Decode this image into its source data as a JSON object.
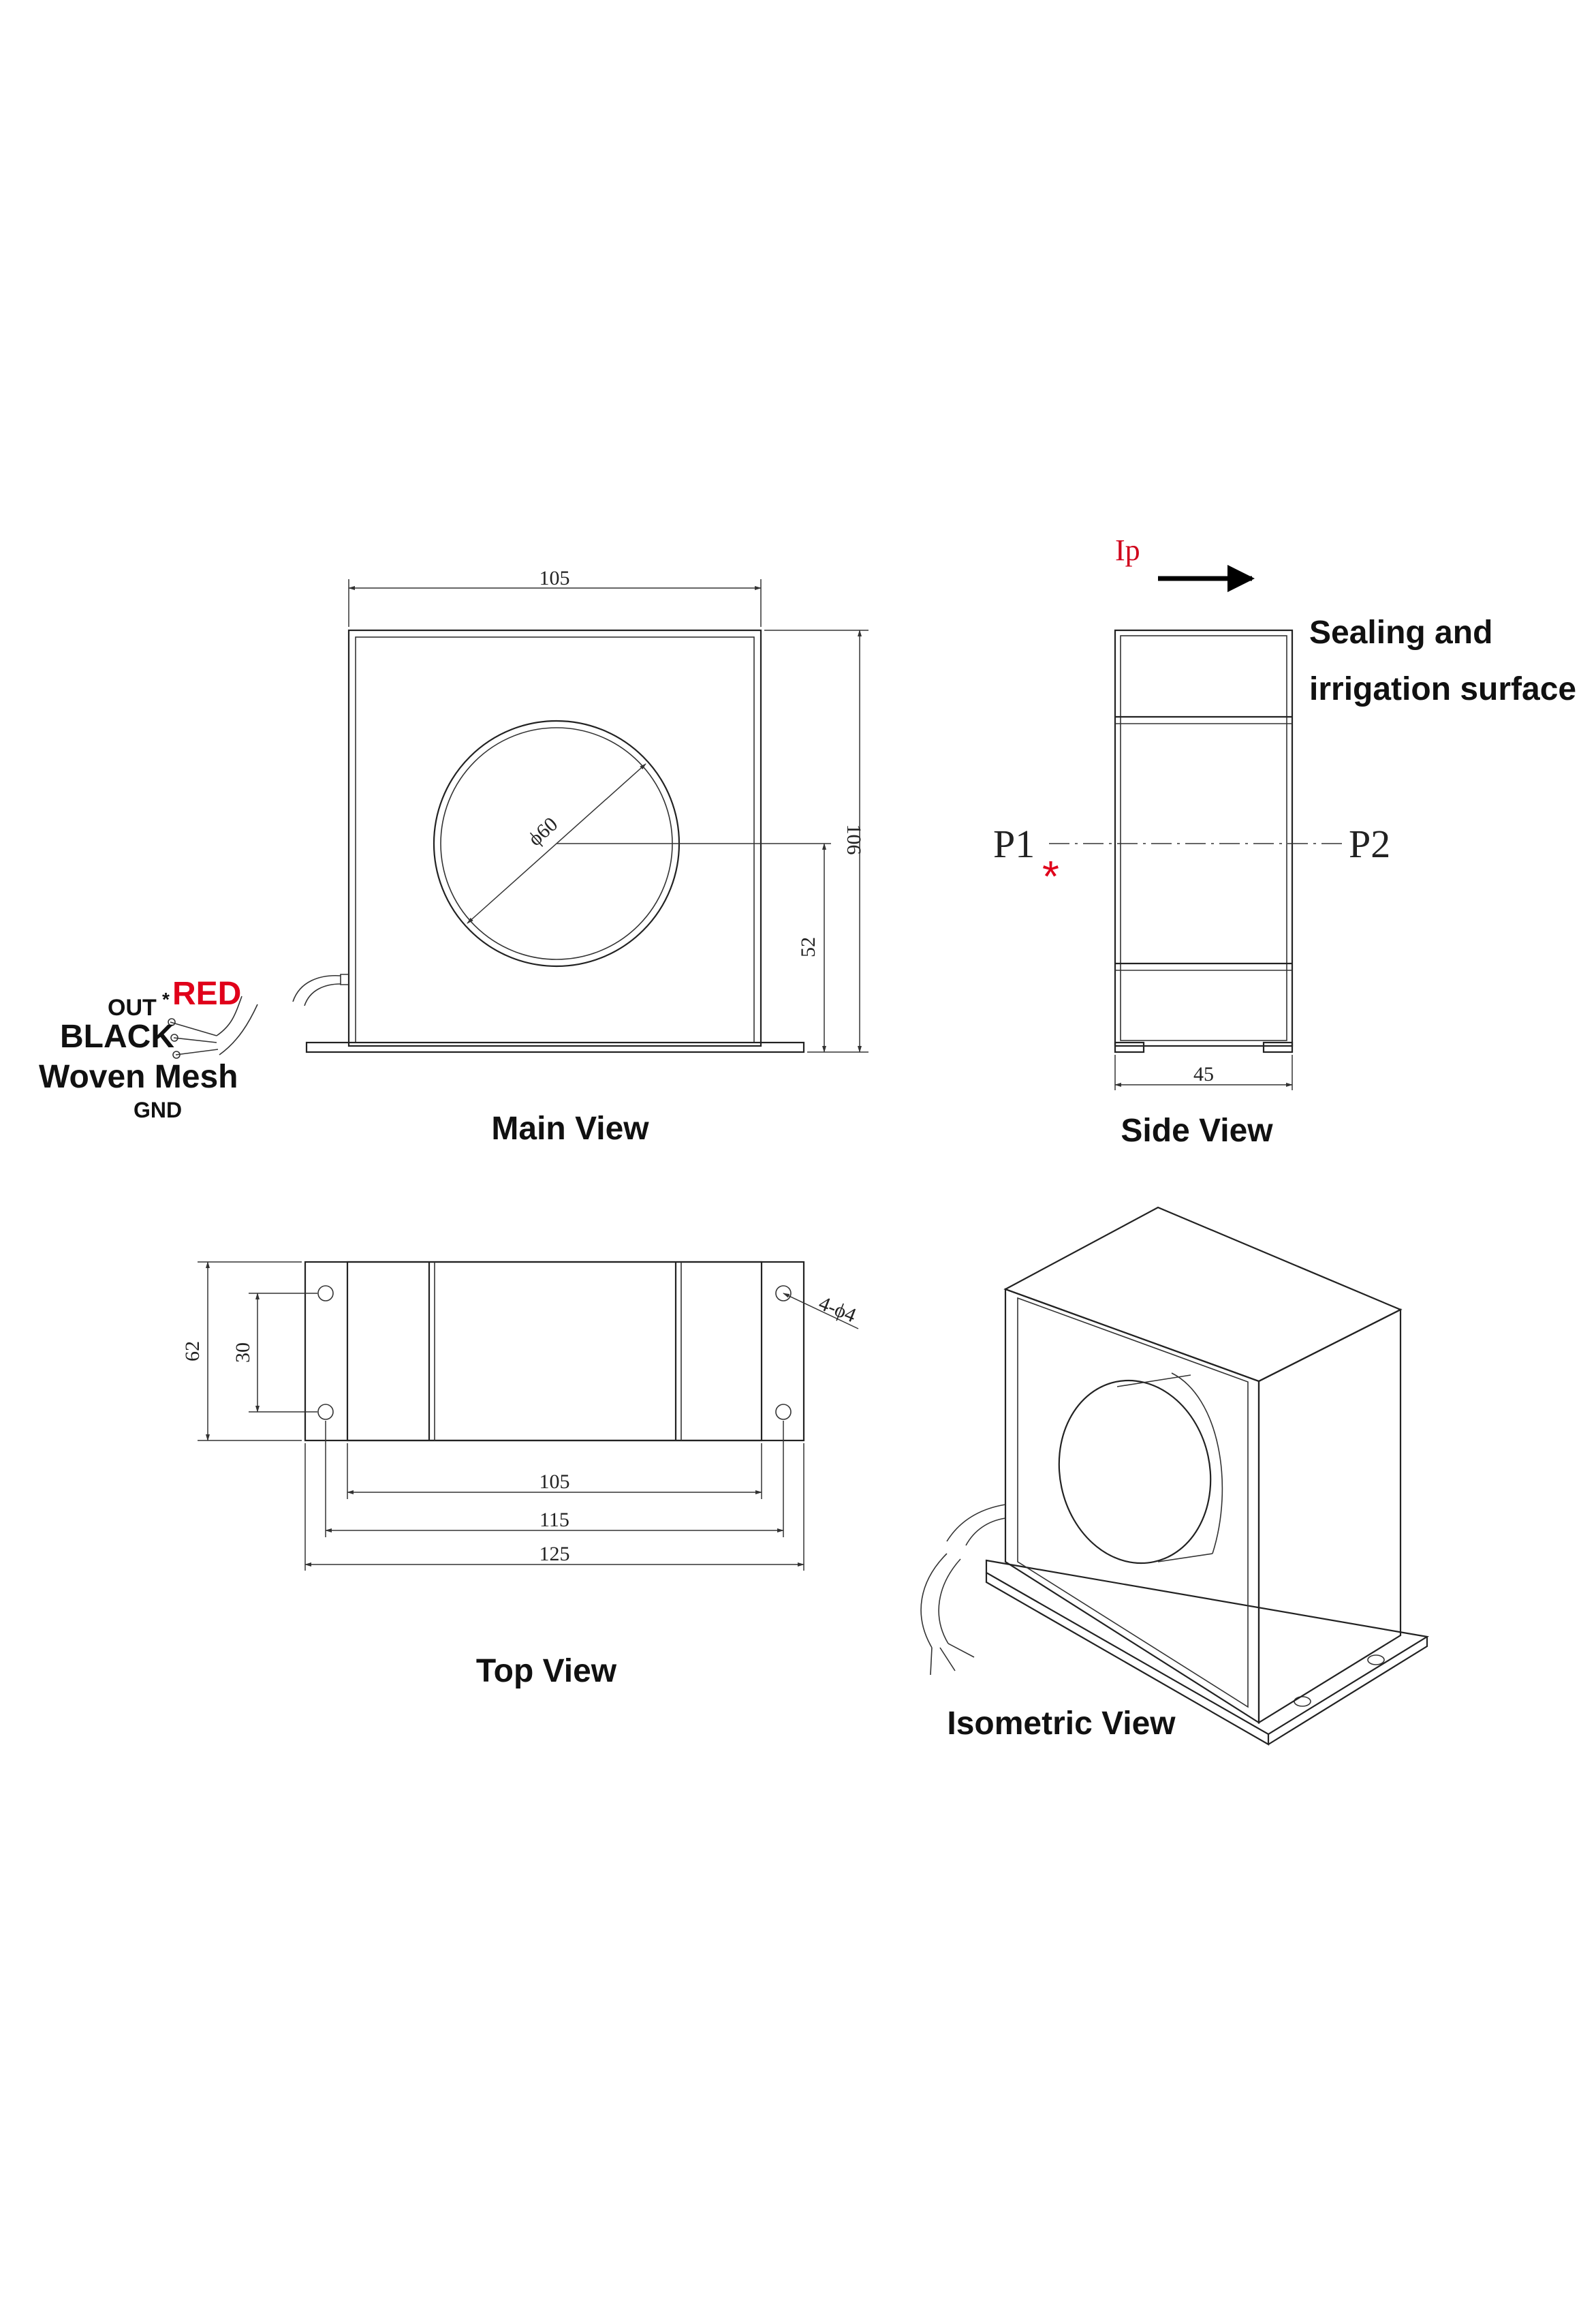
{
  "views": {
    "main": "Main View",
    "side": "Side View",
    "top": "Top View",
    "isometric": "Isometric View"
  },
  "dimensions": {
    "main_width": "105",
    "main_height": "106",
    "main_center_height": "52",
    "hole_diameter": "ϕ60",
    "side_depth": "45",
    "top_depth": "62",
    "top_hole_spacing": "30",
    "top_width_body": "105",
    "top_width_holes": "115",
    "top_width_base": "125",
    "mount_holes": "4-ϕ4"
  },
  "annotations": {
    "current_label": "Ip",
    "sealing_line1": "Sealing and",
    "sealing_line2": "irrigation surface",
    "primary_in": "P1",
    "primary_out": "P2",
    "polarity_mark": "*"
  },
  "wires": {
    "out": "OUT",
    "out_mark": "*",
    "red": "RED",
    "black": "BLACK",
    "shield": "Woven Mesh",
    "gnd": "GND"
  },
  "colors": {
    "line": "#222222",
    "accent_red": "#e0001a"
  }
}
